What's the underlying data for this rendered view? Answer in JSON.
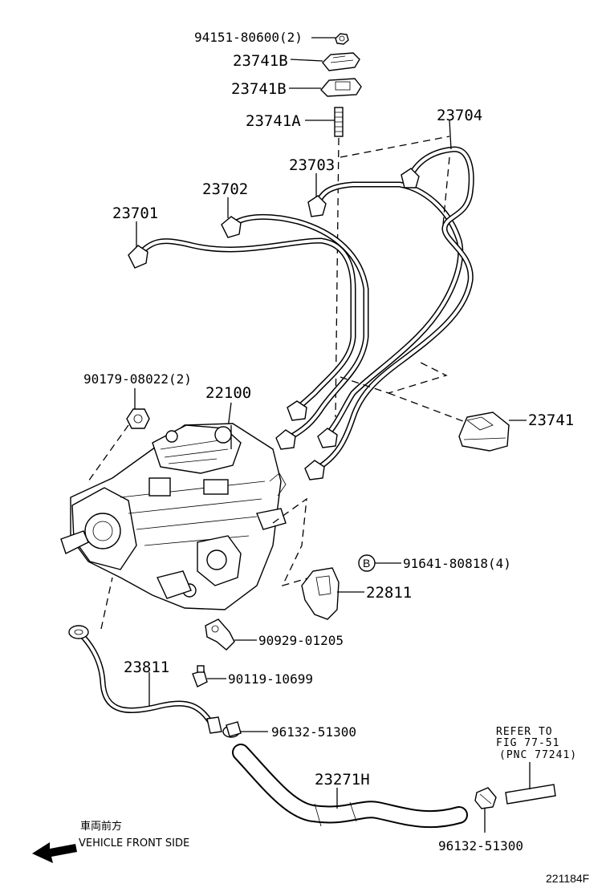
{
  "labels": {
    "nut_p": "94151-80600(2)",
    "clamp_upper": "23741B",
    "clamp_lower": "23741B",
    "stud": "23741A",
    "pipe4": "23704",
    "pipe3": "23703",
    "pipe2": "23702",
    "pipe1": "23701",
    "nut_pump": "90179-08022(2)",
    "pump": "22100",
    "clamp_main": "23741",
    "bolt_b": "91641-80818(4)",
    "bolt_b_marker": "B",
    "bracket": "22811",
    "clamp_hose": "90929-01205",
    "screw": "90119-10699",
    "pipe_fuel": "23811",
    "clip1": "96132-51300",
    "hose": "23271H",
    "clip2": "96132-51300",
    "refer_line1": "REFER TO",
    "refer_line2": "FIG 77-51",
    "refer_line3": "(PNC 77241)",
    "direction_jp": "車両前方",
    "direction_en": "VEHICLE FRONT SIDE",
    "figure_code": "221184F"
  }
}
